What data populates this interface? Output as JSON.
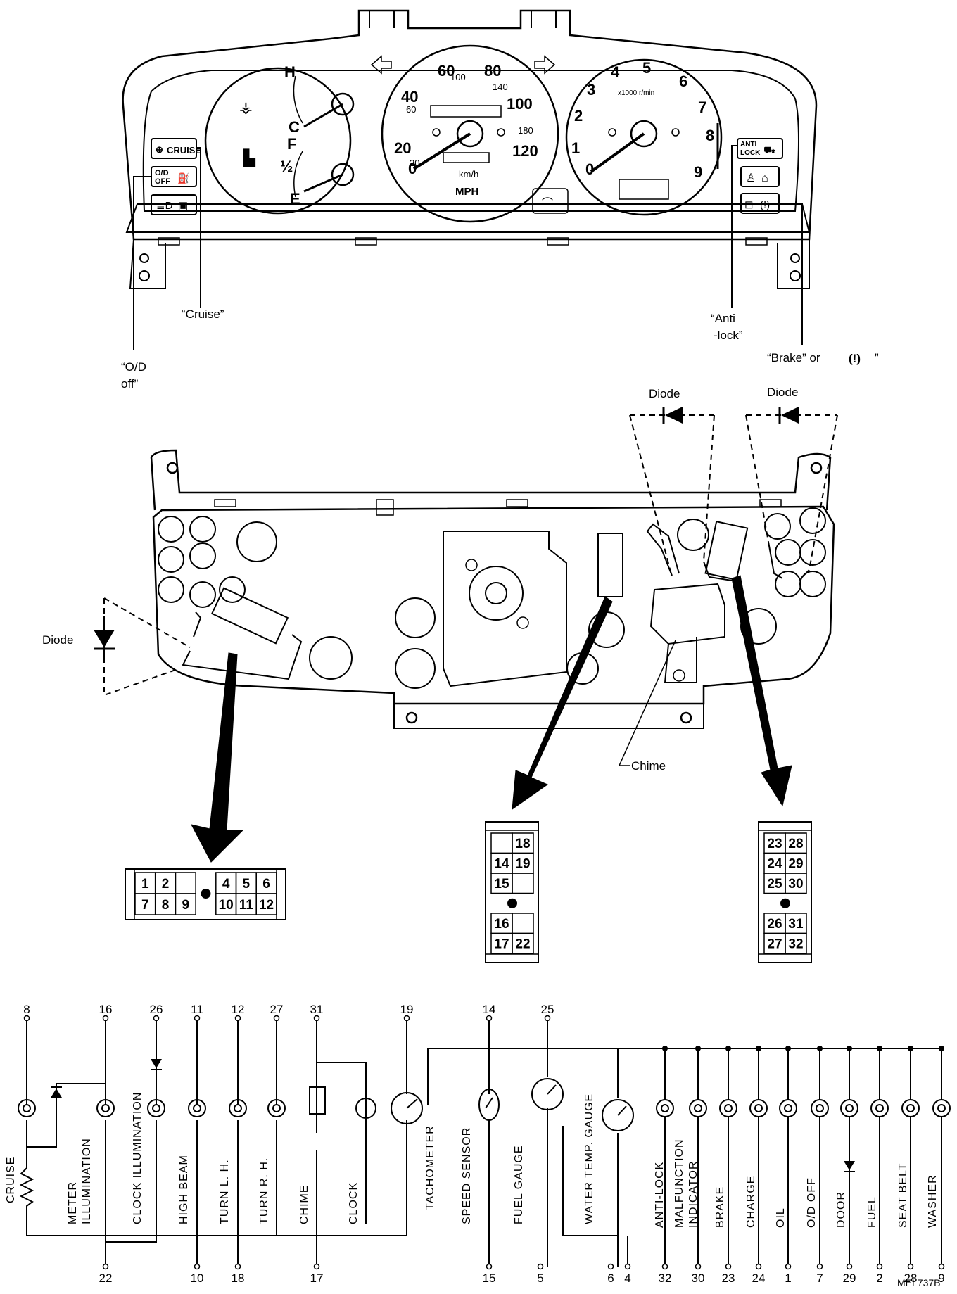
{
  "diagram_code": "MEL737B",
  "cluster": {
    "warning_cruise": "CRUISE",
    "warning_od": [
      "O/D",
      "OFF"
    ],
    "warning_antilock": [
      "ANTI",
      "LOCK"
    ],
    "temp_gauge": {
      "hot": "H",
      "cold": "C"
    },
    "fuel_gauge": {
      "full": "F",
      "half": "½",
      "empty": "E"
    },
    "speedo": {
      "mph_numbers": [
        "0",
        "20",
        "40",
        "60",
        "80",
        "100",
        "120"
      ],
      "kmh_numbers": [
        "20",
        "60",
        "100",
        "140",
        "180"
      ],
      "unit_kmh": "km/h",
      "unit_mph": "MPH"
    },
    "tach": {
      "numbers": [
        "0",
        "1",
        "2",
        "3",
        "4",
        "5",
        "6",
        "7",
        "8",
        "9"
      ],
      "unit": "x1000 r/min"
    }
  },
  "callouts": {
    "cruise": "“Cruise”",
    "od_off": [
      "“O/D",
      "off”"
    ],
    "antilock": [
      "“Anti",
      "-lock”"
    ],
    "brake": "“Brake” or",
    "brake_symbol": "(!)",
    "brake_end": "”"
  },
  "back_labels": {
    "diode": "Diode",
    "chime": "Chime"
  },
  "connectors": {
    "left_top": [
      "1",
      "2",
      "",
      "",
      "4",
      "5",
      "6"
    ],
    "left_bottom": [
      "7",
      "8",
      "9",
      "",
      "10",
      "11",
      "12"
    ],
    "mid_rows": [
      [
        "",
        "18"
      ],
      [
        "14",
        "19"
      ],
      [
        "15",
        ""
      ],
      [
        "",
        ""
      ],
      [
        "16",
        ""
      ],
      [
        "17",
        "22"
      ]
    ],
    "right_rows": [
      [
        "23",
        "28"
      ],
      [
        "24",
        "29"
      ],
      [
        "25",
        "30"
      ],
      [
        "",
        ""
      ],
      [
        "26",
        "31"
      ],
      [
        "27",
        "32"
      ]
    ]
  },
  "schematic": {
    "top_pins": [
      "8",
      "16",
      "26",
      "11",
      "12",
      "27",
      "31",
      "19",
      "14",
      "25"
    ],
    "bottom_pins": [
      "22",
      "10",
      "18",
      "17",
      "15",
      "5",
      "6",
      "4",
      "32",
      "30",
      "23",
      "24",
      "1",
      "7",
      "29",
      "2",
      "28",
      "9"
    ],
    "component_labels": {
      "cruise": "CRUISE",
      "meter_illumination": [
        "METER",
        "ILLUMINATION"
      ],
      "clock_illumination": "CLOCK ILLUMINATION",
      "high_beam": "HIGH BEAM",
      "turn_lh": "TURN L. H.",
      "turn_rh": "TURN R. H.",
      "chime": "CHIME",
      "clock": "CLOCK",
      "tachometer": "TACHOMETER",
      "speed_sensor": "SPEED SENSOR",
      "fuel_gauge": "FUEL GAUGE",
      "water_temp_gauge": "WATER TEMP. GAUGE",
      "anti_lock": "ANTI-LOCK",
      "malfunction_indicator": [
        "MALFUNCTION",
        "INDICATOR"
      ],
      "brake": "BRAKE",
      "charge": "CHARGE",
      "oil": "OIL",
      "od_off": "O/D OFF",
      "door": "DOOR",
      "fuel": "FUEL",
      "seat_belt": "SEAT BELT",
      "washer": "WASHER"
    }
  }
}
